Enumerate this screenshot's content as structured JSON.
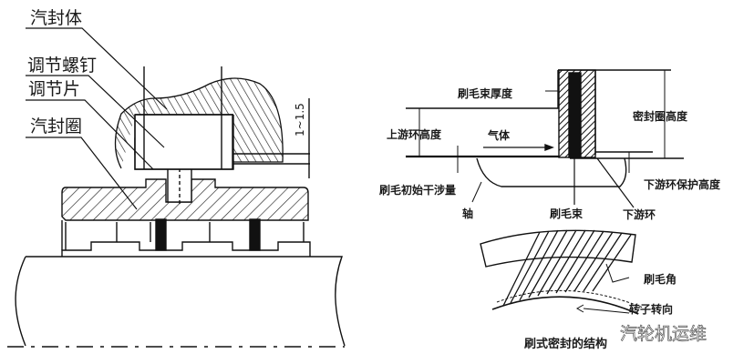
{
  "left_diagram": {
    "labels": [
      {
        "id": "seal-body",
        "text": "汽封体"
      },
      {
        "id": "adjust-screw",
        "text": "调节螺钉"
      },
      {
        "id": "adjust-plate",
        "text": "调节片"
      },
      {
        "id": "seal-ring",
        "text": "汽封圈"
      }
    ],
    "dimension": "1~1.5"
  },
  "right_diagram": {
    "labels": {
      "bristle_thickness": "刷毛束厚度",
      "upstream_ring_height": "上游环高度",
      "gas": "气体",
      "seal_ring_height": "密封圈高度",
      "initial_interference": "刷毛初始干涉量",
      "downstream_protect_height": "下游环保护高度",
      "shaft": "轴",
      "bristle_pack": "刷毛束",
      "downstream_ring": "下游环",
      "bristle_angle": "刷毛角",
      "rotor_direction": "转子转向"
    },
    "caption": "刷式密封的结构"
  },
  "watermark": "汽轮机运维"
}
